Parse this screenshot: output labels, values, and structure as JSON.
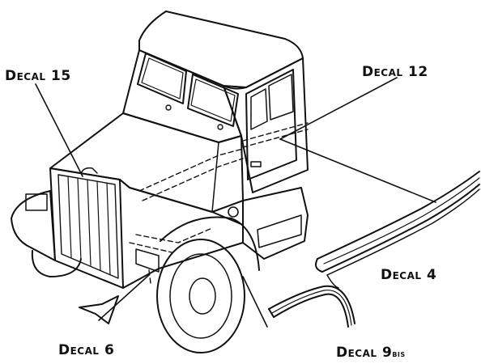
{
  "labels": {
    "decal15": {
      "word": "Decal",
      "num": "15",
      "suffix": ""
    },
    "decal12": {
      "word": "Decal",
      "num": "12",
      "suffix": ""
    },
    "decal4": {
      "word": "Decal",
      "num": "4",
      "suffix": ""
    },
    "decal6": {
      "word": "Decal",
      "num": "6",
      "suffix": ""
    },
    "decal9bis": {
      "word": "Decal",
      "num": "9",
      "suffix": "bis"
    }
  },
  "colors": {
    "ink": "#111111",
    "paper": "#ffffff"
  }
}
